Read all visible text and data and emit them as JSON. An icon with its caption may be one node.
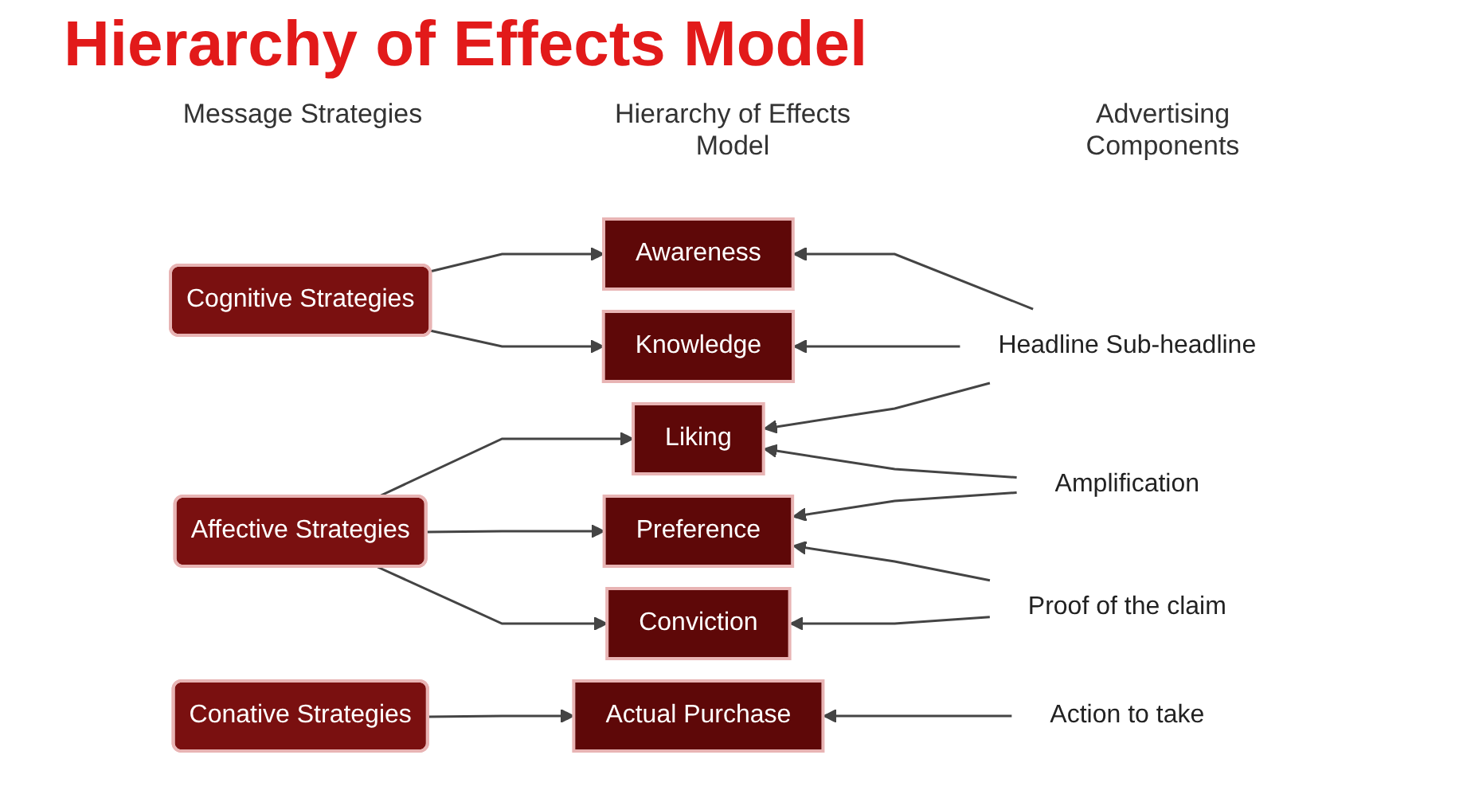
{
  "diagram": {
    "title": "Hierarchy of Effects Model",
    "nodes": [
      {
        "text": [
          "Cognitive Strategies"
        ]
      },
      {
        "text": [
          "Affective Strategies"
        ]
      },
      {
        "text": [
          "Conative Strategies"
        ]
      },
      {
        "text": [
          "Awareness"
        ]
      },
      {
        "text": [
          "Knowledge"
        ]
      },
      {
        "text": [
          "Liking"
        ]
      },
      {
        "text": [
          "Preference"
        ]
      },
      {
        "text": [
          "Conviction"
        ]
      },
      {
        "text": [
          "Actual Purchase"
        ]
      },
      {
        "text": [
          "Headline Sub-headline"
        ]
      },
      {
        "text": [
          "Amplification"
        ]
      },
      {
        "text": [
          "Proof of the claim"
        ]
      },
      {
        "text": [
          "Action to take"
        ]
      }
    ],
    "edges": [
      {
        "from": 0,
        "to": 3,
        "arrow": "to"
      },
      {
        "from": 0,
        "to": 4,
        "arrow": "to"
      },
      {
        "from": 1,
        "to": 5,
        "arrow": "to"
      },
      {
        "from": 1,
        "to": 6,
        "arrow": "to"
      },
      {
        "from": 1,
        "to": 7,
        "arrow": "to"
      },
      {
        "from": 2,
        "to": 8,
        "arrow": "to"
      },
      {
        "from": 9,
        "to": 3,
        "arrow": "to"
      },
      {
        "from": 9,
        "to": 4,
        "arrow": "to"
      },
      {
        "from": 9,
        "to": 5,
        "arrow": "to"
      },
      {
        "from": 10,
        "to": 5,
        "arrow": "to"
      },
      {
        "from": 10,
        "to": 6,
        "arrow": "to"
      },
      {
        "from": 11,
        "to": 6,
        "arrow": "to"
      },
      {
        "from": 11,
        "to": 7,
        "arrow": "to"
      },
      {
        "from": 12,
        "to": 8,
        "arrow": "to"
      }
    ],
    "labels": [
      "Message Strategies",
      "Hierarchy of Effects Model",
      "Advertising Components"
    ]
  }
}
